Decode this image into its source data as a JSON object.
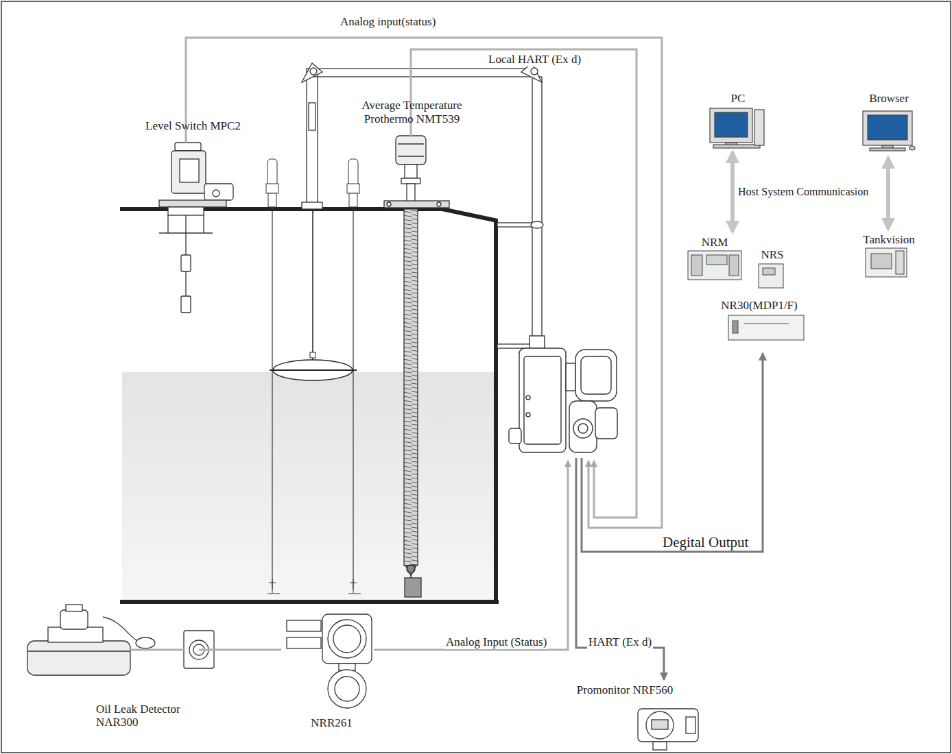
{
  "diagram": {
    "nodes": [
      {
        "text": [
          "Level Switch MPC2"
        ]
      },
      {
        "text": [
          "Average Temperature Prothermo NMT539"
        ]
      },
      {
        "text": [
          "PC"
        ]
      },
      {
        "text": [
          "Browser"
        ]
      },
      {
        "text": [
          "NRM"
        ]
      },
      {
        "text": [
          "NRS"
        ]
      },
      {
        "text": [
          "Tankvision"
        ]
      },
      {
        "text": [
          "NR30(MDP1/F)"
        ]
      },
      {
        "text": [
          "Oil Leak Detector NAR300"
        ]
      },
      {
        "text": [
          "NRR261"
        ]
      },
      {
        "text": [
          "Promonitor NRF560"
        ]
      }
    ],
    "edges": [
      {
        "from": 2,
        "to": 4,
        "arrow": "both"
      },
      {
        "from": 3,
        "to": 6,
        "arrow": "both"
      },
      {
        "from": 8,
        "to": 9,
        "arrow": "none"
      }
    ],
    "labels": [
      "Analog input(status)",
      "Local HART (Ex d)",
      "Host System Communicasion",
      "Degital Output",
      "Analog Input (Status)",
      "HART (Ex d)"
    ]
  }
}
